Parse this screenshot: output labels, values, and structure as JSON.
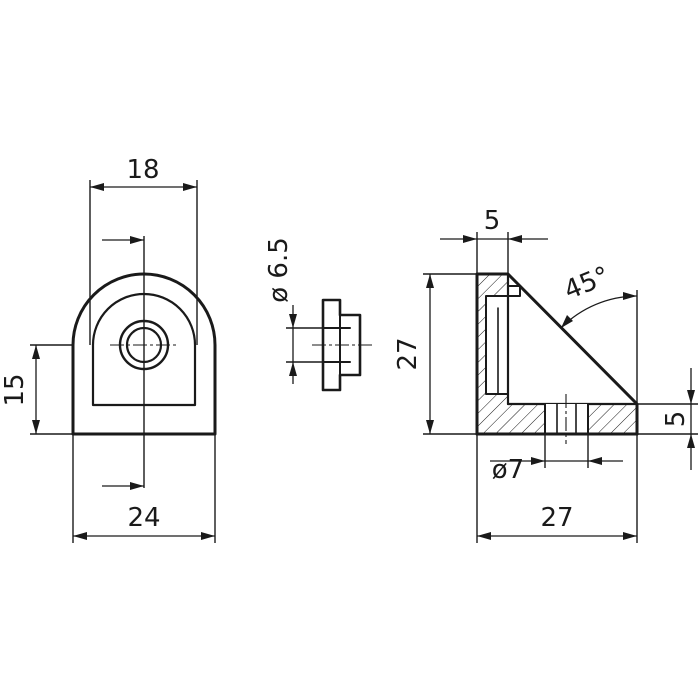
{
  "dimensions": {
    "front_width_top": "18",
    "front_height": "15",
    "front_width_bottom": "24",
    "washer_diameter": "ø 6.5",
    "side_thickness": "5",
    "side_height": "27",
    "side_angle": "45°",
    "side_base_thickness": "5",
    "side_hole_diameter": "ø7",
    "side_base_length": "27"
  }
}
